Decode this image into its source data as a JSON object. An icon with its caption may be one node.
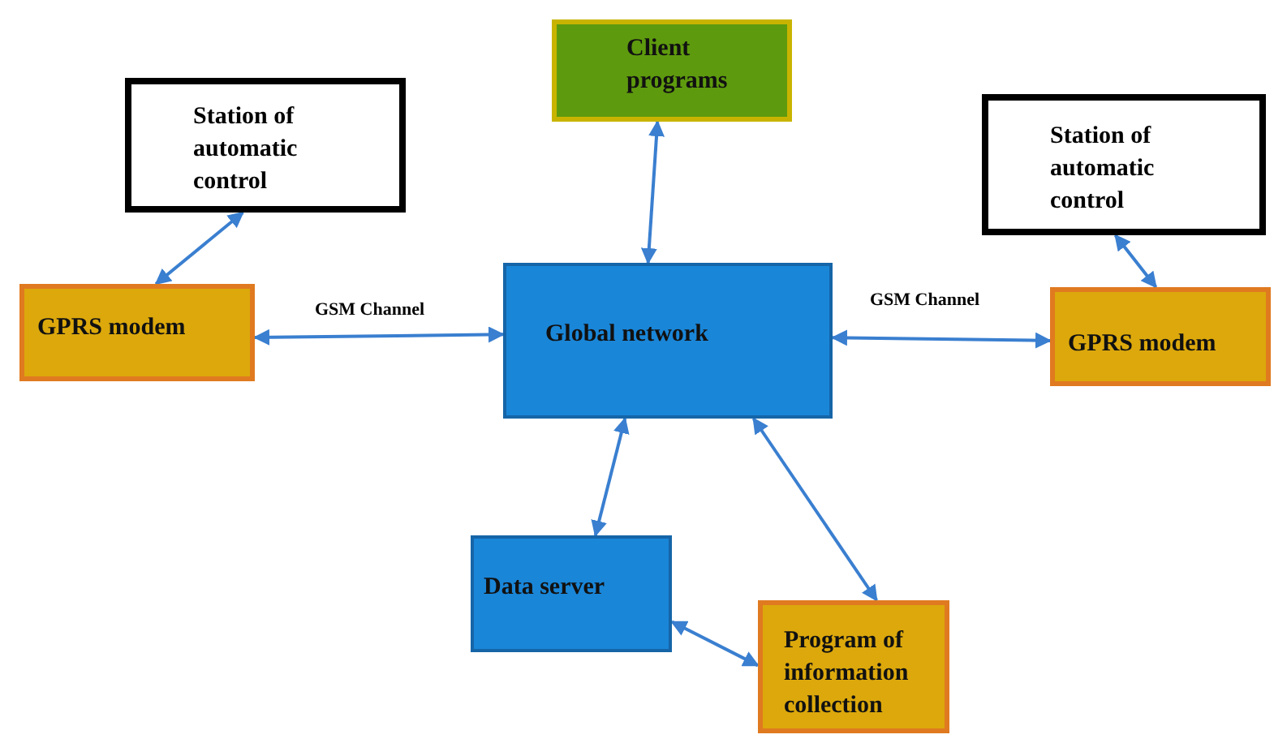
{
  "diagram": {
    "nodes": [
      {
        "text": [
          "Station of automatic control"
        ]
      },
      {
        "text": [
          "Client programs"
        ]
      },
      {
        "text": [
          "Station of automatic control"
        ]
      },
      {
        "text": [
          "GPRS modem"
        ]
      },
      {
        "text": [
          "Global network"
        ]
      },
      {
        "text": [
          "GPRS modem"
        ]
      },
      {
        "text": [
          "Data server"
        ]
      },
      {
        "text": [
          "Program of information collection"
        ]
      }
    ],
    "edges": [
      {
        "from": 0,
        "to": 3,
        "arrow": "both"
      },
      {
        "from": 1,
        "to": 4,
        "arrow": "both"
      },
      {
        "from": 2,
        "to": 5,
        "arrow": "both"
      },
      {
        "from": 3,
        "to": 4,
        "arrow": "both",
        "label": "GSM Channel"
      },
      {
        "from": 4,
        "to": 5,
        "arrow": "both",
        "label": "GSM Channel"
      },
      {
        "from": 4,
        "to": 6,
        "arrow": "both"
      },
      {
        "from": 4,
        "to": 7,
        "arrow": "both"
      },
      {
        "from": 6,
        "to": 7,
        "arrow": "both"
      }
    ]
  }
}
